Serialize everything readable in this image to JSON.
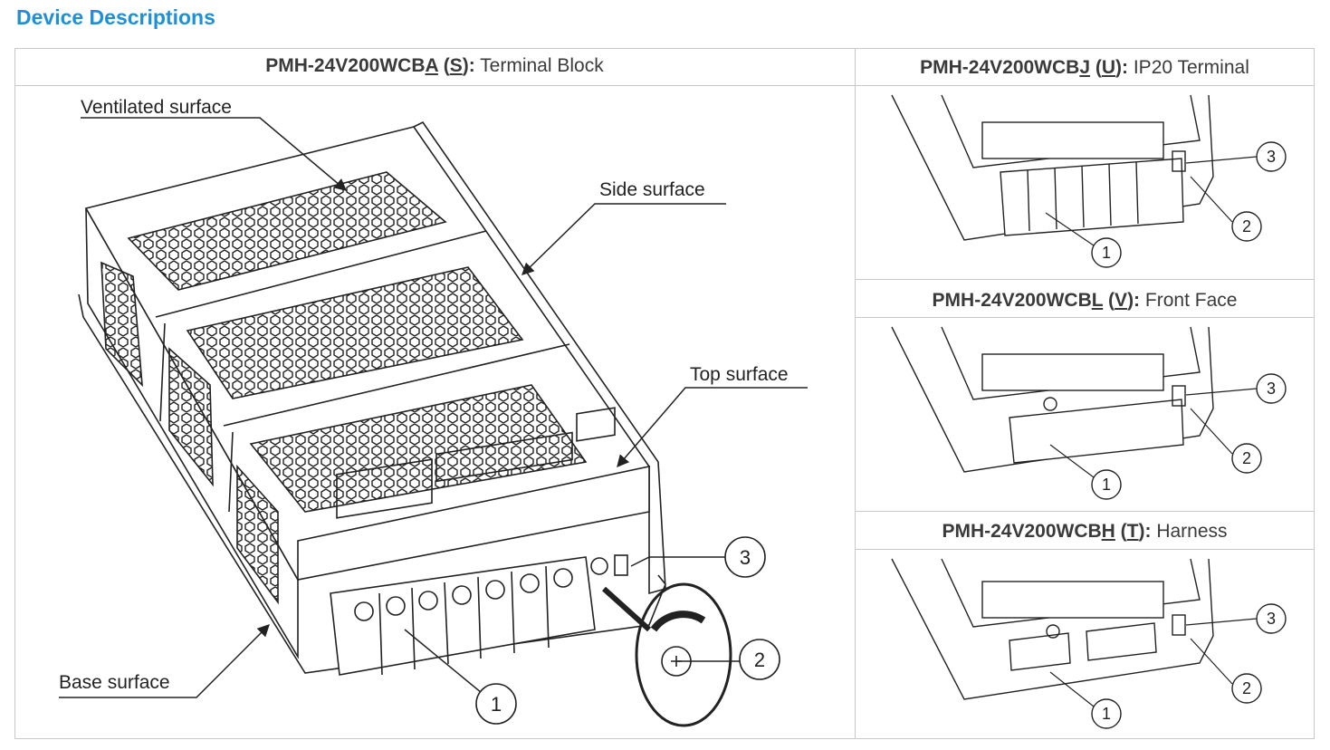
{
  "heading": "Device Descriptions",
  "main_panel": {
    "model_prefix": "PMH-24V200WCB",
    "model_letter": "A",
    "suffix_open": " (",
    "suffix_letter": "S",
    "suffix_close": "):",
    "description": " Terminal Block",
    "labels": {
      "ventilated": "Ventilated surface",
      "side": "Side surface",
      "top": "Top surface",
      "base": "Base surface"
    },
    "callouts": [
      "1",
      "2",
      "3"
    ]
  },
  "variants": [
    {
      "model_prefix": "PMH-24V200WCB",
      "model_letter": "J",
      "suffix_letter": "U",
      "description": " IP20 Terminal"
    },
    {
      "model_prefix": "PMH-24V200WCB",
      "model_letter": "L",
      "suffix_letter": "V",
      "description": " Front Face"
    },
    {
      "model_prefix": "PMH-24V200WCB",
      "model_letter": "H",
      "suffix_letter": "T",
      "description": " Harness"
    }
  ],
  "colors": {
    "heading": "#1e90d6",
    "border": "#c8c8c8",
    "drawing": "#222222"
  }
}
